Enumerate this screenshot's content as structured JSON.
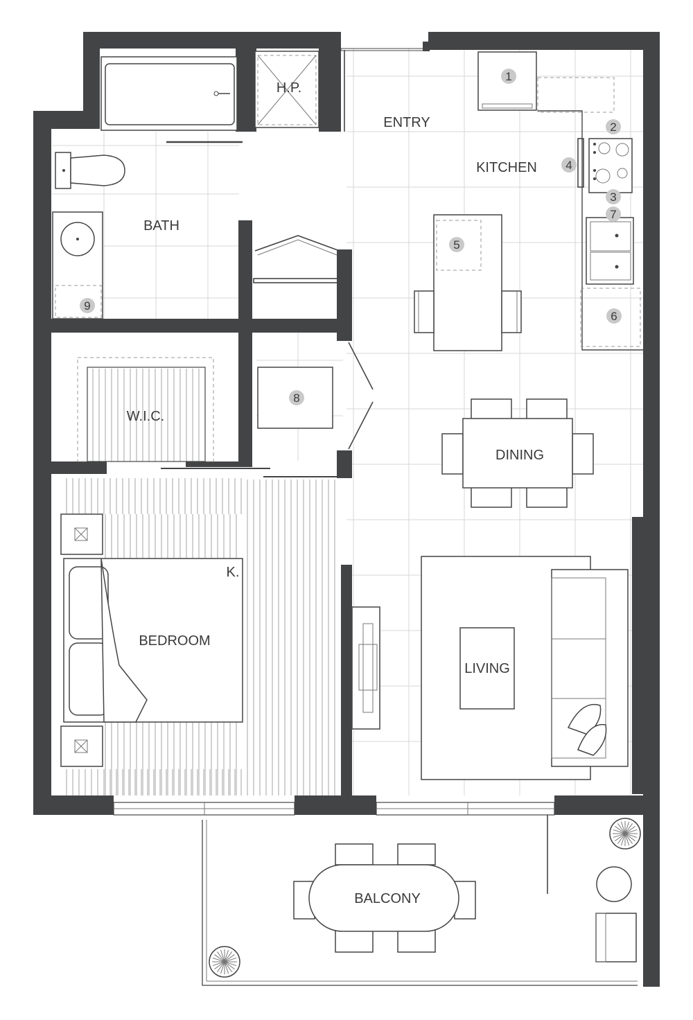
{
  "rooms": {
    "entry": "ENTRY",
    "kitchen": "KITCHEN",
    "bath": "BATH",
    "hp": "H.P.",
    "wic": "W.I.C.",
    "dining": "DINING",
    "bedroom": "BEDROOM",
    "bed_size": "K.",
    "living": "LIVING",
    "balcony": "BALCONY"
  },
  "markers": {
    "m1": "1",
    "m2": "2",
    "m3": "3",
    "m4": "4",
    "m5": "5",
    "m6": "6",
    "m7": "7",
    "m8": "8",
    "m9": "9"
  },
  "colors": {
    "wall": "#434446",
    "badge": "#c9c9c9",
    "grid": "#d7d7d7"
  }
}
